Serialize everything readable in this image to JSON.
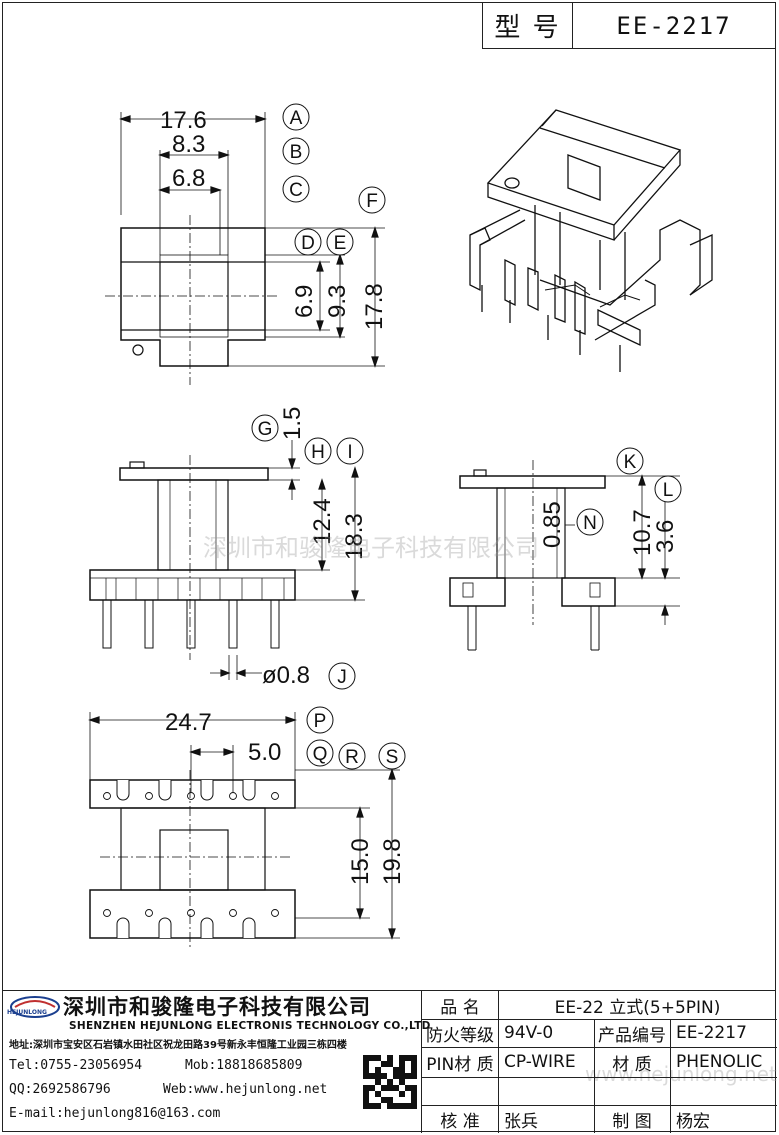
{
  "header": {
    "model_label": "型 号",
    "model_value": "EE-2217"
  },
  "dimensions": {
    "top_width": "17.6",
    "inner_83": "8.3",
    "inner_68": "6.8",
    "h69": "6.9",
    "h93": "9.3",
    "h178": "17.8",
    "flange_15": "1.5",
    "h124": "12.4",
    "h183": "18.3",
    "pin_dia": "ø0.8",
    "d085": "0.85",
    "h107": "10.7",
    "h36": "3.6",
    "w247": "24.7",
    "pitch50": "5.0",
    "h150": "15.0",
    "h198": "19.8"
  },
  "callouts": [
    "A",
    "B",
    "C",
    "D",
    "E",
    "F",
    "G",
    "H",
    "I",
    "J",
    "K",
    "L",
    "N",
    "P",
    "Q",
    "R",
    "S"
  ],
  "watermarks": [
    "深圳市和骏隆电子科技有限公司",
    "www.hejunlong.net"
  ],
  "title_block": {
    "logo_text": "HEJUNLONG",
    "company_cn": "深圳市和骏隆电子科技有限公司",
    "company_en": "SHENZHEN HEJUNLONG ELECTRONIS TECHNOLOGY CO.,LTD",
    "address": "地址:深圳市宝安区石岩镇水田社区祝龙田路39号新永丰恒隆工业园三栋四楼",
    "tel": "Tel:0755-23056954",
    "mob": "Mob:18818685809",
    "qq": "QQ:2692586796",
    "web": "Web:www.hejunlong.net",
    "email": "E-mail:hejunlong816@163.com",
    "name_label": "品 名",
    "name_value": "EE-22 立式(5+5PIN)",
    "fire_label": "防火等级",
    "fire_value": "94V-0",
    "code_label": "产品编号",
    "code_value": "EE-2217",
    "pin_label": "PIN材 质",
    "pin_value": "CP-WIRE",
    "mat_label": "材 质",
    "mat_value": "PHENOLIC",
    "check_label": "核 准",
    "check_value": "张兵",
    "draw_label": "制 图",
    "draw_value": "杨宏"
  }
}
